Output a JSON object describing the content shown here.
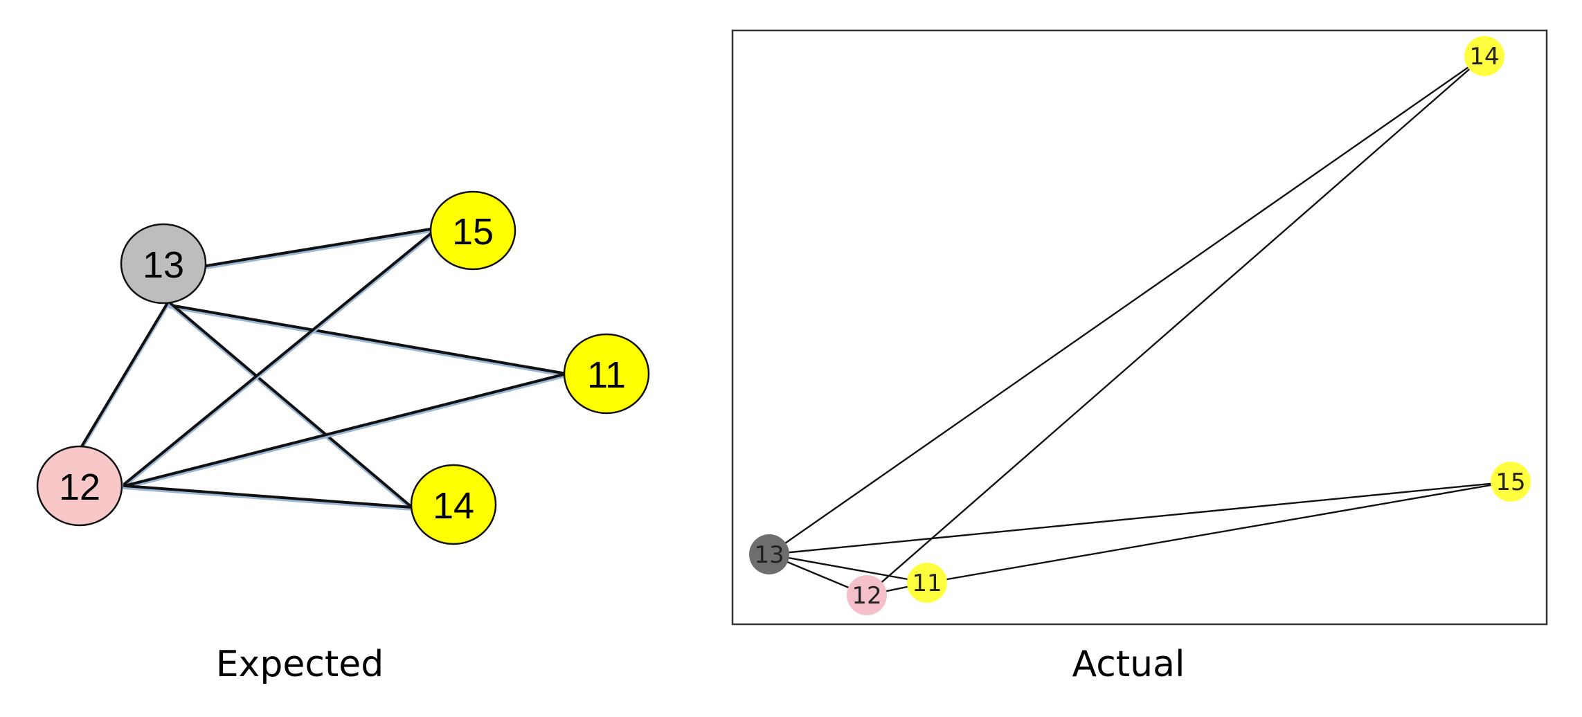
{
  "captions": {
    "expected": "Expected",
    "actual": "Actual"
  },
  "colors": {
    "gray_node_expected": "#bdbdbd",
    "gray_node_actual": "#6e6e6e",
    "pink_node_expected": "#f8c8c8",
    "pink_node_actual": "#f6c0cb",
    "yellow_node_expected": "#ffff00",
    "yellow_node_actual": "#ffff40",
    "edge": "#111111",
    "frame": "#333333"
  },
  "expected_graph": {
    "nodes": [
      {
        "id": "13",
        "label": "13",
        "color": "gray"
      },
      {
        "id": "15",
        "label": "15",
        "color": "yellow"
      },
      {
        "id": "11",
        "label": "11",
        "color": "yellow"
      },
      {
        "id": "12",
        "label": "12",
        "color": "pink"
      },
      {
        "id": "14",
        "label": "14",
        "color": "yellow"
      }
    ],
    "edges": [
      [
        "13",
        "15"
      ],
      [
        "13",
        "11"
      ],
      [
        "13",
        "12"
      ],
      [
        "13",
        "14"
      ],
      [
        "12",
        "15"
      ],
      [
        "12",
        "11"
      ],
      [
        "12",
        "14"
      ]
    ]
  },
  "actual_graph": {
    "nodes": [
      {
        "id": "14",
        "label": "14",
        "color": "yellow"
      },
      {
        "id": "15",
        "label": "15",
        "color": "yellow"
      },
      {
        "id": "13",
        "label": "13",
        "color": "gray"
      },
      {
        "id": "12",
        "label": "12",
        "color": "pink"
      },
      {
        "id": "11",
        "label": "11",
        "color": "yellow"
      }
    ],
    "edges": [
      [
        "13",
        "14"
      ],
      [
        "12",
        "14"
      ],
      [
        "13",
        "15"
      ],
      [
        "11",
        "15"
      ],
      [
        "13",
        "12"
      ],
      [
        "13",
        "11"
      ],
      [
        "12",
        "11"
      ]
    ]
  }
}
